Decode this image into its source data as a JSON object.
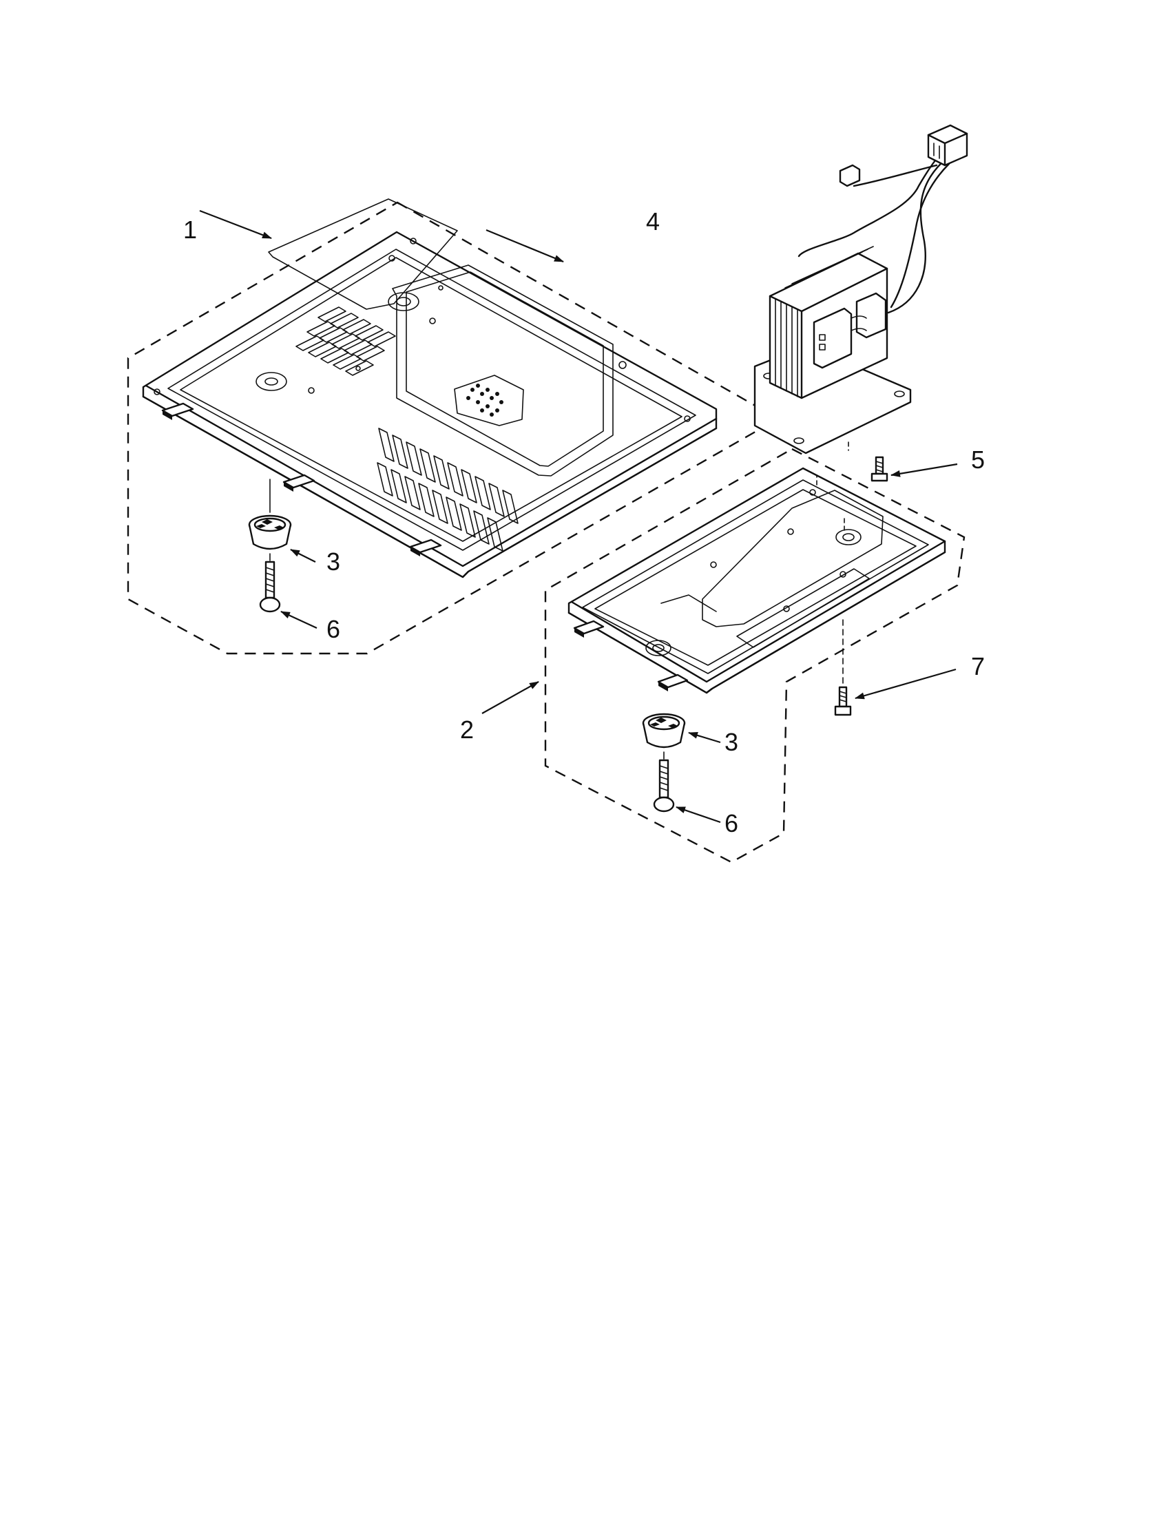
{
  "callouts": {
    "c1": "1",
    "c2": "2",
    "c3a": "3",
    "c3b": "3",
    "c4": "4",
    "c5": "5",
    "c6a": "6",
    "c6b": "6",
    "c7": "7"
  }
}
